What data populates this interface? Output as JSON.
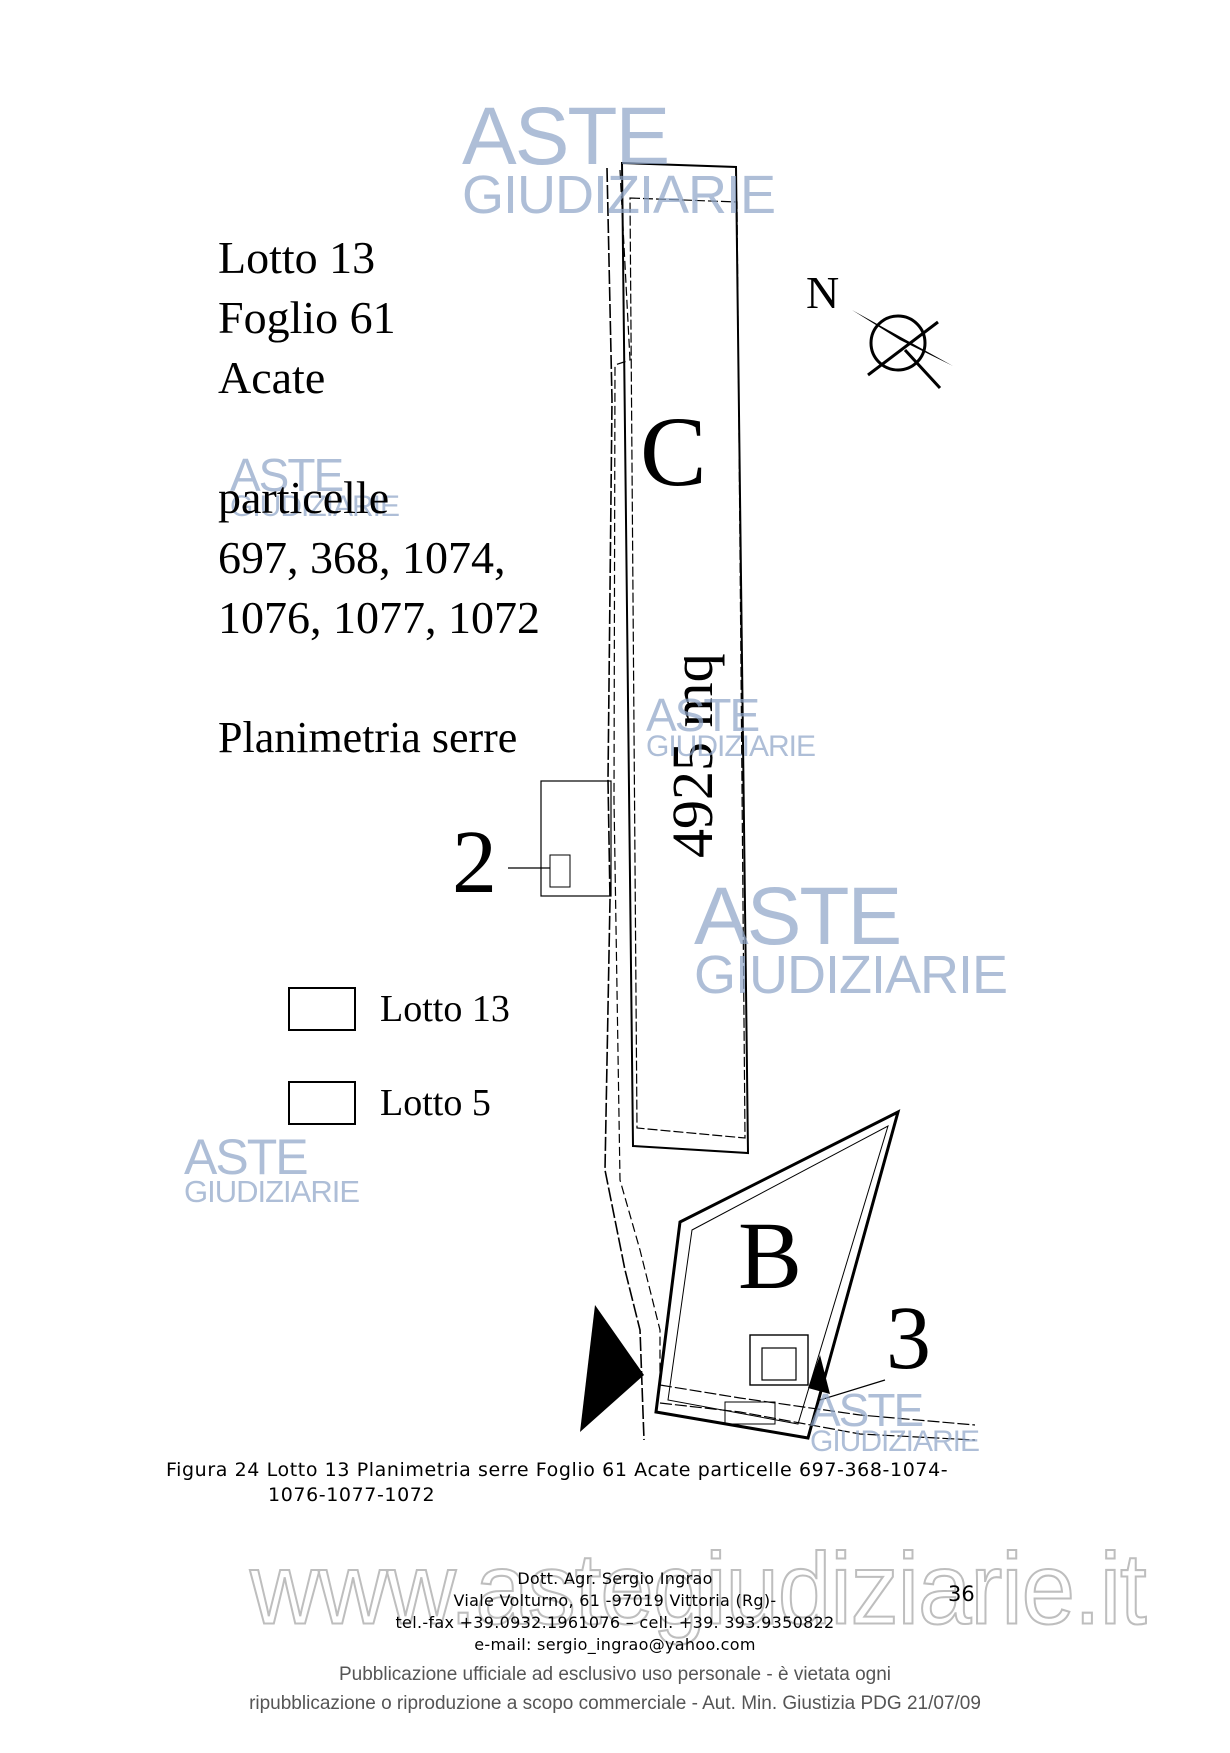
{
  "info": {
    "line1": "Lotto 13",
    "line2": "Foglio 61",
    "line3": "Acate",
    "particelle_label": "particelle",
    "particelle_line1": "697, 368, 1074,",
    "particelle_line2": "1076, 1077, 1072",
    "subtitle": "Planimetria serre"
  },
  "map_labels": {
    "north": "N",
    "parcel_c": "C",
    "area": "4925 mq",
    "parcel_b": "B",
    "marker_2": "2",
    "marker_3": "3"
  },
  "legend": [
    {
      "label": "Lotto 13"
    },
    {
      "label": "Lotto 5"
    }
  ],
  "caption": {
    "line1": "Figura 24 Lotto 13 Planimetria serre Foglio 61 Acate particelle 697-368-1074-",
    "line2": "1076-1077-1072"
  },
  "watermark": {
    "top": "ASTE",
    "bottom": "GIUDIZIARIE",
    "site": "www.astegiudiziarie.it"
  },
  "footer": {
    "name": "Dott. Agr. Sergio Ingrao",
    "address": "Viale Volturno, 61 -97019 Vittoria (Rg)-",
    "phone": "tel.-fax +39.0932.1961076 – cell. +39. 393.9350822",
    "email": "e-mail: sergio_ingrao@yahoo.com",
    "page_number": "36"
  },
  "notice": {
    "line1": "Pubblicazione ufficiale ad esclusivo uso personale - è vietata ogni",
    "line2": "ripubblicazione o riproduzione a scopo commerciale - Aut. Min. Giustizia PDG 21/07/09"
  },
  "colors": {
    "watermark": "#8fa6c8",
    "ink": "#000000"
  }
}
